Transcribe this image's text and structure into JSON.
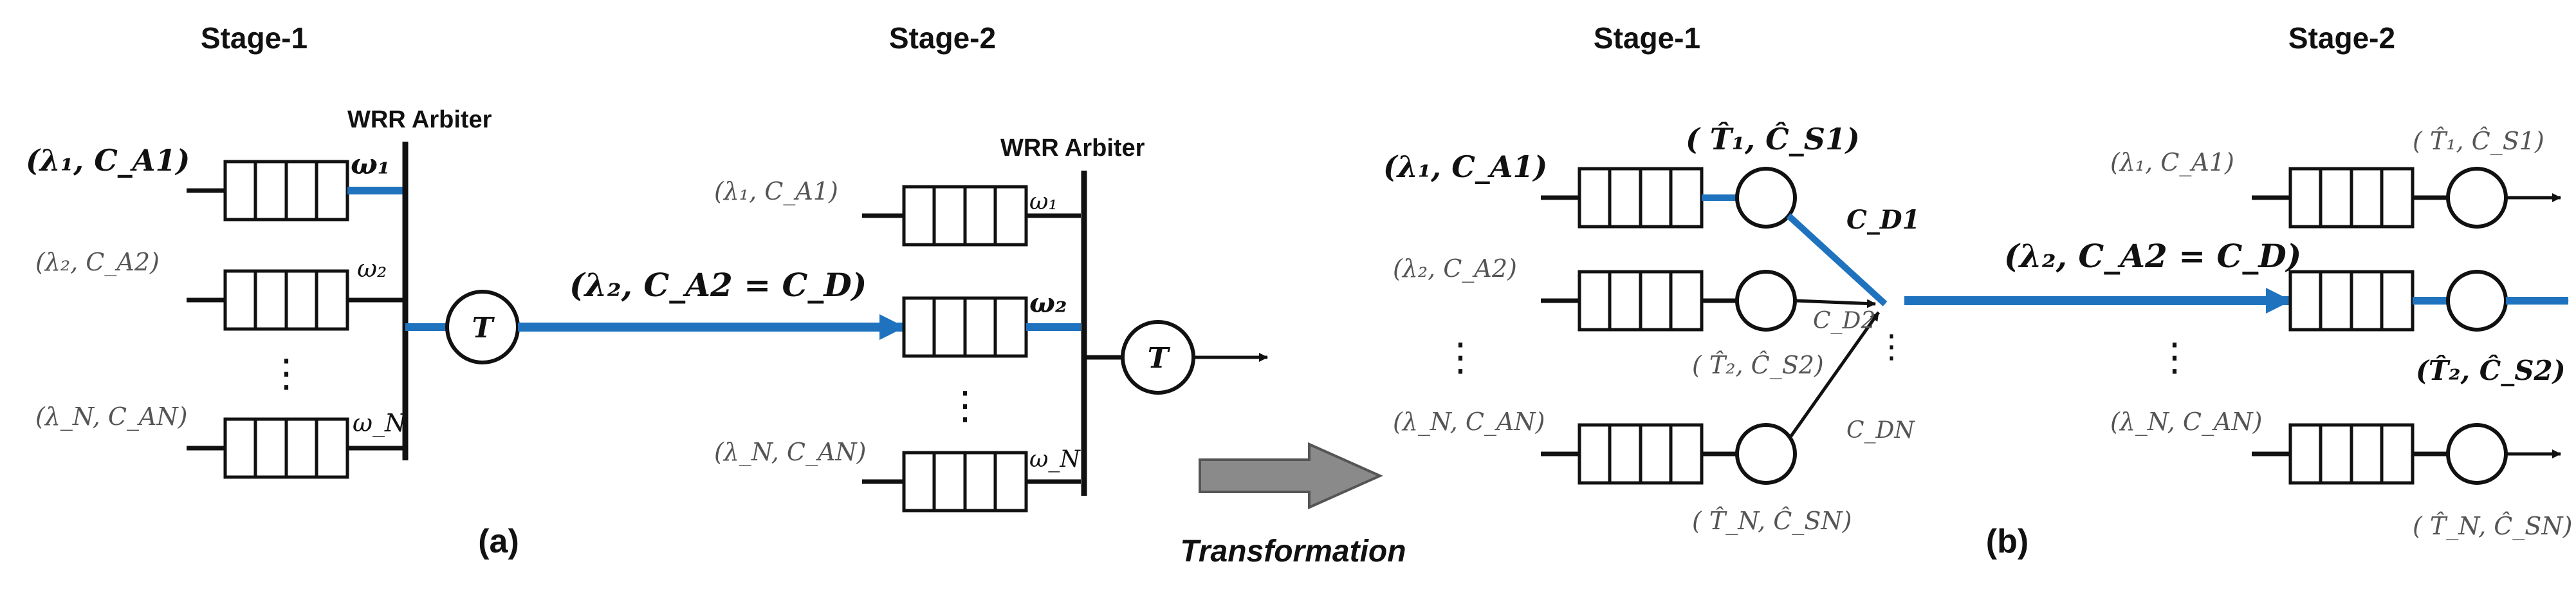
{
  "labels": {
    "stage1_a": "Stage-1",
    "stage2_a": "Stage-2",
    "stage1_b": "Stage-1",
    "stage2_b": "Stage-2",
    "arbiter1": "WRR Arbiter",
    "arbiter2": "WRR Arbiter",
    "caption_a": "(a)",
    "caption_b": "(b)",
    "transformation": "Transformation"
  },
  "part_a": {
    "inputs": [
      "(λ₁, C_A1)",
      "(λ₂, C_A2)",
      "(λ_N, C_AN)"
    ],
    "weights": [
      "ω₁",
      "ω₂",
      "ω_N"
    ],
    "server": "T",
    "link_label": "(λ₂, C_A2 = C_D)",
    "stage2_inputs": [
      "(λ₁, C_A1)",
      "(λ_N, C_AN)"
    ],
    "stage2_weights": [
      "ω₁",
      "ω₂",
      "ω_N"
    ],
    "stage2_server": "T"
  },
  "part_b": {
    "inputs": [
      "(λ₁, C_A1)",
      "(λ₂, C_A2)",
      "(λ_N, C_AN)"
    ],
    "stage1_services": [
      "( T̂₁, Ĉ_S1)",
      "( T̂₂, Ĉ_S2)",
      "( T̂_N, Ĉ_SN)"
    ],
    "departures": [
      "C_D1",
      "C_D2",
      "C_DN"
    ],
    "link_label": "(λ₂, C_A2 = C_D)",
    "stage2_inputs": [
      "(λ₁, C_A1)",
      "(λ_N, C_AN)"
    ],
    "stage2_services": [
      "( T̂₁, Ĉ_S1)",
      "(T̂₂, Ĉ_S2)",
      "( T̂_N, Ĉ_SN)"
    ]
  },
  "colors": {
    "blue": "#1f73be",
    "black": "#111111",
    "gray_arrow": "#8a8a8a"
  }
}
